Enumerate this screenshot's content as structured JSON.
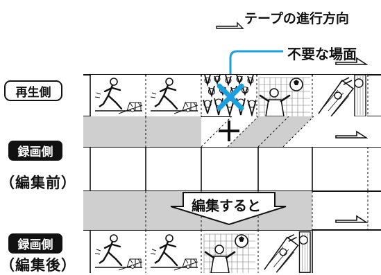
{
  "direction_label": "テープの進行方向",
  "callout_label": "不要な場面",
  "labels": {
    "playback": "再生側",
    "record_before": "録画側",
    "before_paren": "（編集前）",
    "record_after": "録画側",
    "after_paren": "（編集後）"
  },
  "edit_label": "編集すると",
  "colors": {
    "cut_mark": "#1aa0e0",
    "callout_line": "#1aa0e0",
    "gap_fill": "#cfcfcf",
    "ink": "#111111"
  },
  "strips": {
    "playback": [
      "kick-scene-icon",
      "kick-scene-icon",
      "crowd-scene-icon",
      "goal-scene-icon",
      "keeper-scene-icon"
    ],
    "record_after": [
      "kick-scene-icon",
      "kick-scene-icon",
      "goal-scene-icon",
      "keeper-scene-icon"
    ]
  }
}
